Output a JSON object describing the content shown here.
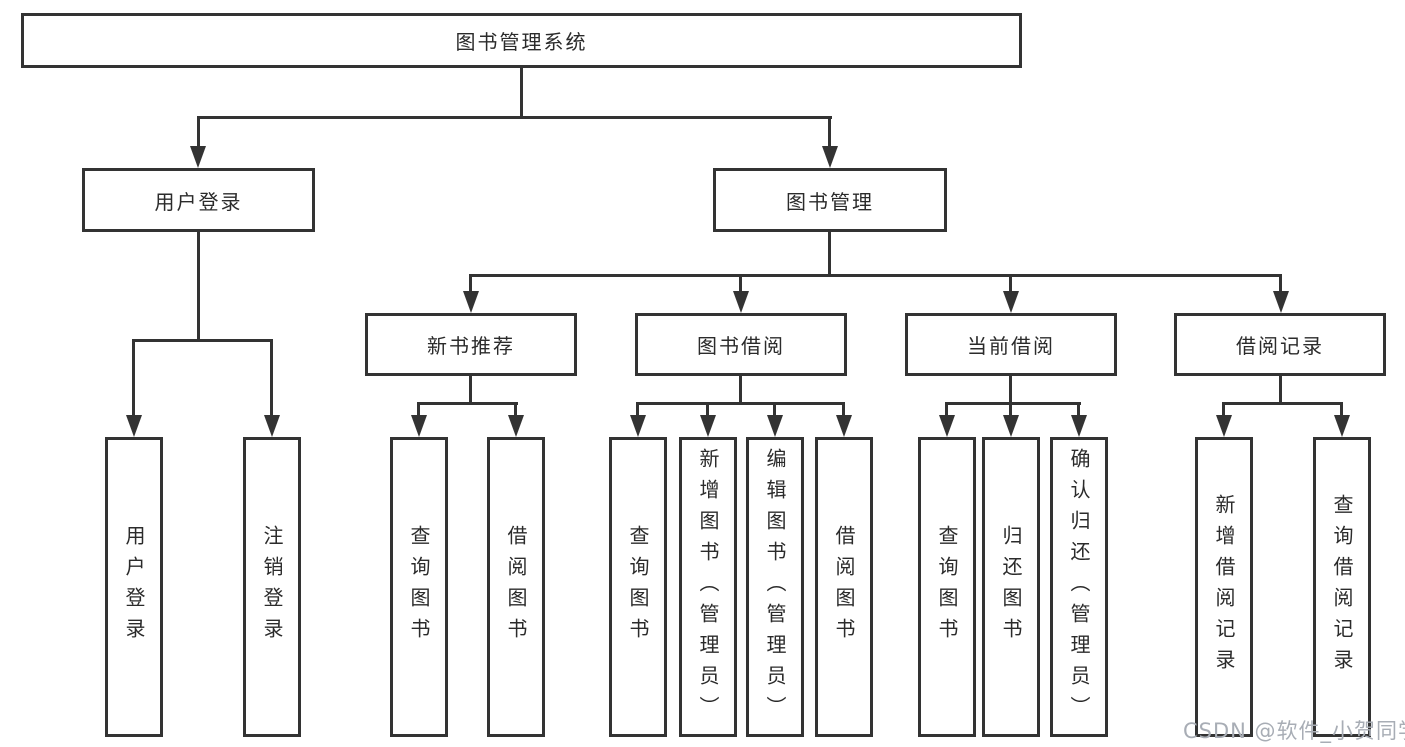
{
  "diagram": {
    "root": {
      "label": "图书管理系统"
    },
    "level2": [
      {
        "label": "用户登录"
      },
      {
        "label": "图书管理"
      }
    ],
    "level3": [
      {
        "label": "新书推荐"
      },
      {
        "label": "图书借阅"
      },
      {
        "label": "当前借阅"
      },
      {
        "label": "借阅记录"
      }
    ],
    "leaves": {
      "user_login": [
        "用户登录",
        "注销登录"
      ],
      "new_book_recommend": [
        "查询图书",
        "借阅图书"
      ],
      "book_borrow": [
        "查询图书",
        "新增图书（管理员）",
        "编辑图书（管理员）",
        "借阅图书"
      ],
      "current_borrow": [
        "查询图书",
        "归还图书",
        "确认归还（管理员）"
      ],
      "borrow_records": [
        "新增借阅记录",
        "查询借阅记录"
      ]
    }
  },
  "watermark": {
    "text": "CSDN @软件_小贺同学"
  },
  "colors": {
    "line": "#333333",
    "text": "#2b2b2b",
    "watermark": "#a8adb5"
  }
}
